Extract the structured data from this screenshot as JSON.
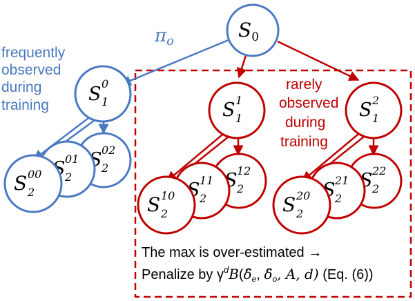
{
  "colors": {
    "blue": "#4a78c2",
    "red": "#c00000",
    "black": "#000000",
    "white": "#ffffff"
  },
  "edge_label": "π",
  "edge_label_sub": "o",
  "frequent_label": [
    "frequently",
    "observed",
    "during",
    "training"
  ],
  "rare_label": [
    "rarely",
    "observed",
    "during",
    "training"
  ],
  "caption": {
    "line1": "The max is over-estimated →",
    "line2_prefix": "Penalize by ",
    "gamma": "γ",
    "sup_d": "d",
    "B": "B",
    "args_open": "(",
    "delta_e": "δ̂",
    "e": "e",
    "comma": ", ",
    "delta_o": "δ̂",
    "o": "o",
    "rest": ", A, d)",
    "eq": " (Eq. (6))"
  },
  "nodes": {
    "s0": {
      "base": "S",
      "sub": "0",
      "sup": ""
    },
    "s1_0": {
      "base": "S",
      "sub": "1",
      "sup": "0"
    },
    "s1_1": {
      "base": "S",
      "sub": "1",
      "sup": "1"
    },
    "s1_2": {
      "base": "S",
      "sub": "1",
      "sup": "2"
    },
    "s2_00": {
      "base": "S",
      "sub": "2",
      "sup": "00"
    },
    "s2_01": {
      "base": "S",
      "sub": "2",
      "sup": "01"
    },
    "s2_02": {
      "base": "S",
      "sub": "2",
      "sup": "02"
    },
    "s2_10": {
      "base": "S",
      "sub": "2",
      "sup": "10"
    },
    "s2_11": {
      "base": "S",
      "sub": "2",
      "sup": "11"
    },
    "s2_12": {
      "base": "S",
      "sub": "2",
      "sup": "12"
    },
    "s2_20": {
      "base": "S",
      "sub": "2",
      "sup": "20"
    },
    "s2_21": {
      "base": "S",
      "sub": "2",
      "sup": "21"
    },
    "s2_22": {
      "base": "S",
      "sub": "2",
      "sup": "22"
    }
  }
}
